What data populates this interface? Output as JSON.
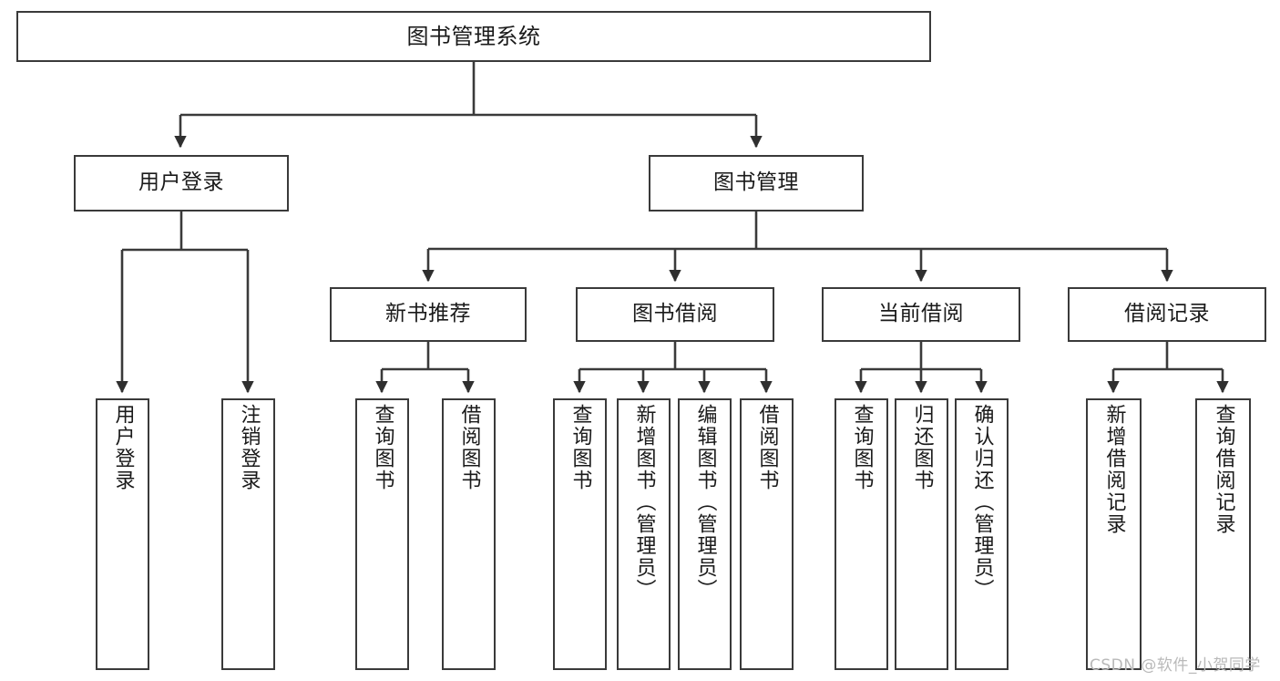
{
  "diagram": {
    "title": "图书管理系统",
    "type": "tree-hierarchy",
    "watermark": "CSDN @软件_小贺同学",
    "colors": {
      "stroke": "#3a3a3a",
      "fill": "#ffffff",
      "text": "#1a1a1a",
      "watermark": "#b9b9b9"
    },
    "nodes": {
      "root": {
        "label": "图书管理系统",
        "level": 1
      },
      "l2": [
        {
          "id": "user-login",
          "label": "用户登录"
        },
        {
          "id": "book-manage",
          "label": "图书管理"
        }
      ],
      "l3": [
        {
          "id": "new-book-recommend",
          "label": "新书推荐"
        },
        {
          "id": "book-borrow",
          "label": "图书借阅"
        },
        {
          "id": "current-borrow",
          "label": "当前借阅"
        },
        {
          "id": "borrow-record",
          "label": "借阅记录"
        }
      ],
      "leaves": {
        "user_login": [
          {
            "id": "leaf-user-login",
            "label": "用户登录"
          },
          {
            "id": "leaf-logout-login",
            "label": "注销登录"
          }
        ],
        "new_book_recommend": [
          {
            "id": "leaf-query-book-1",
            "label": "查询图书"
          },
          {
            "id": "leaf-borrow-book-1",
            "label": "借阅图书"
          }
        ],
        "book_borrow": [
          {
            "id": "leaf-query-book-2",
            "label": "查询图书"
          },
          {
            "id": "leaf-add-book",
            "label": "新增图书（管理员）"
          },
          {
            "id": "leaf-edit-book",
            "label": "编辑图书（管理员）"
          },
          {
            "id": "leaf-borrow-book-2",
            "label": "借阅图书"
          }
        ],
        "current_borrow": [
          {
            "id": "leaf-query-book-3",
            "label": "查询图书"
          },
          {
            "id": "leaf-return-book",
            "label": "归还图书"
          },
          {
            "id": "leaf-confirm-return",
            "label": "确认归还（管理员）"
          }
        ],
        "borrow_record": [
          {
            "id": "leaf-add-record",
            "label": "新增借阅记录"
          },
          {
            "id": "leaf-query-record",
            "label": "查询借阅记录"
          }
        ]
      }
    }
  }
}
